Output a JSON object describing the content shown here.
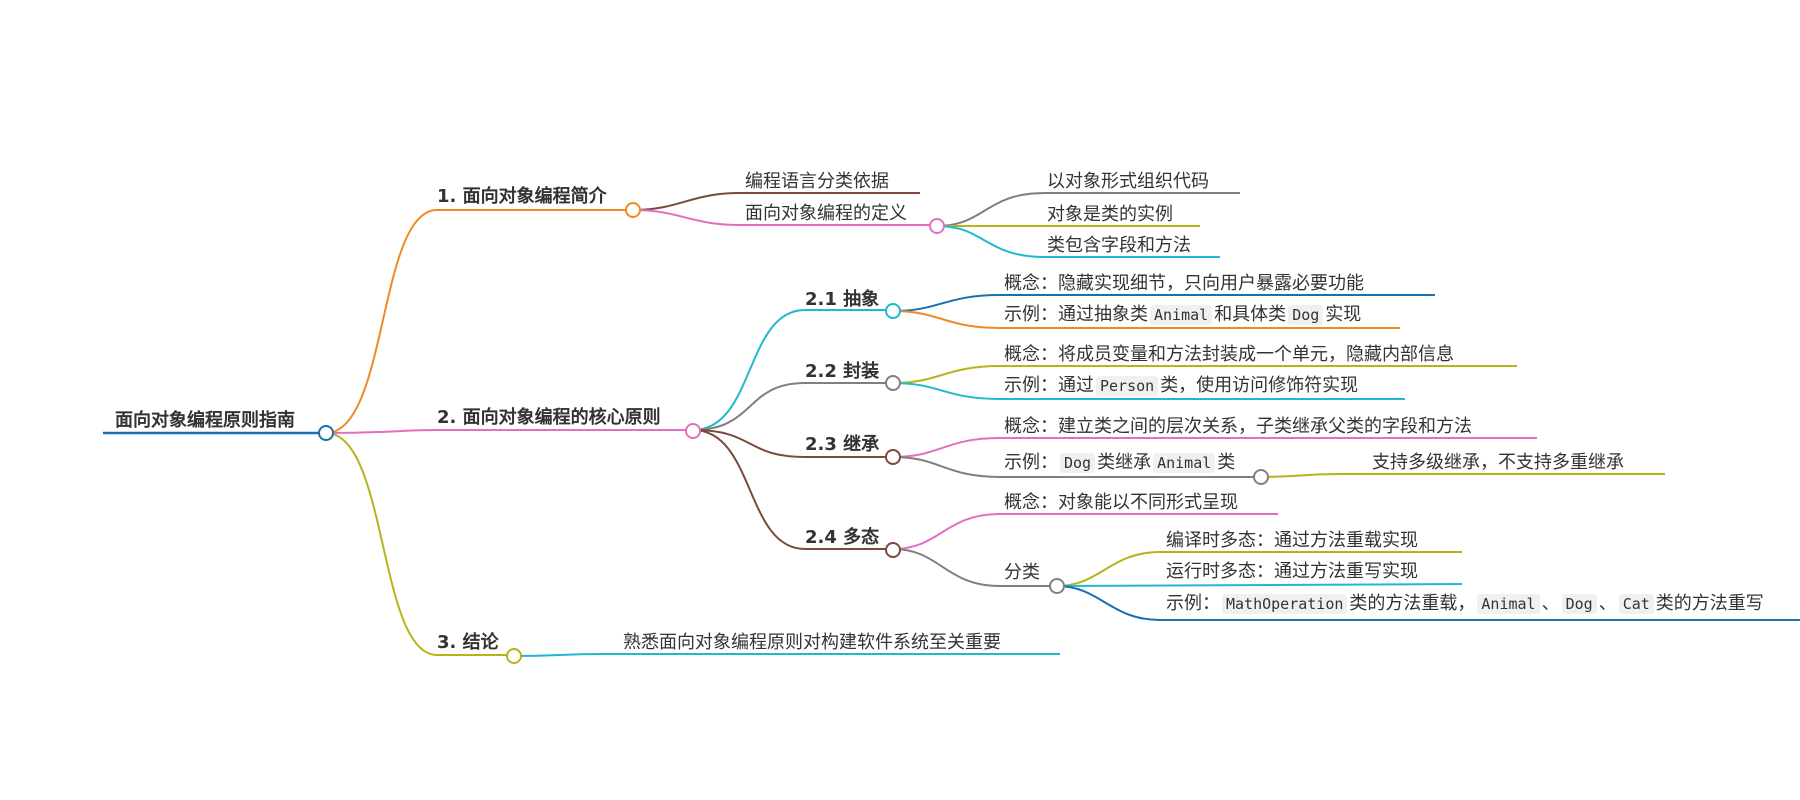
{
  "mindmap": {
    "root": {
      "label": "面向对象编程原则指南"
    },
    "intro": {
      "label": "1. 面向对象编程简介",
      "basis": "编程语言分类依据",
      "definition": {
        "label": "面向对象编程的定义",
        "items": [
          "以对象形式组织代码",
          "对象是类的实例",
          "类包含字段和方法"
        ]
      }
    },
    "core": {
      "label": "2. 面向对象编程的核心原则",
      "abstraction": {
        "label": "2.1 抽象",
        "concept": "概念：隐藏实现细节，只向用户暴露必要功能",
        "example": {
          "p1": "示例：通过抽象类",
          "c1": "Animal",
          "p2": "和具体类",
          "c2": "Dog",
          "p3": "实现"
        }
      },
      "encapsulation": {
        "label": "2.2 封装",
        "concept": "概念：将成员变量和方法封装成一个单元，隐藏内部信息",
        "example": {
          "p1": "示例：通过",
          "c1": "Person",
          "p2": "类，使用访问修饰符实现"
        }
      },
      "inheritance": {
        "label": "2.3 继承",
        "concept": "概念：建立类之间的层次关系，子类继承父类的字段和方法",
        "example": {
          "p1": "示例：",
          "c1": "Dog",
          "p2": "类继承",
          "c2": "Animal",
          "p3": "类"
        },
        "note": "支持多级继承，不支持多重继承"
      },
      "polymorphism": {
        "label": "2.4 多态",
        "concept": "概念：对象能以不同形式呈现",
        "categories": {
          "label": "分类",
          "compile_time": "编译时多态：通过方法重载实现",
          "runtime": "运行时多态：通过方法重写实现",
          "example": {
            "p1": "示例：",
            "c1": "MathOperation",
            "p2": "类的方法重载，",
            "c2": "Animal",
            "s1": "、",
            "c3": "Dog",
            "s2": "、",
            "c4": "Cat",
            "p3": "类的方法重写"
          }
        }
      }
    },
    "conclusion": {
      "label": "3. 结论",
      "text": "熟悉面向对象编程原则对构建软件系统至关重要"
    }
  },
  "colors": {
    "blue": "#1a6fb0",
    "orange": "#f08a24",
    "pink": "#e46fc2",
    "olive": "#b7b31a",
    "cyan": "#20b8cf",
    "gray": "#808080",
    "brown": "#7a4a3a",
    "text": "#333333"
  }
}
